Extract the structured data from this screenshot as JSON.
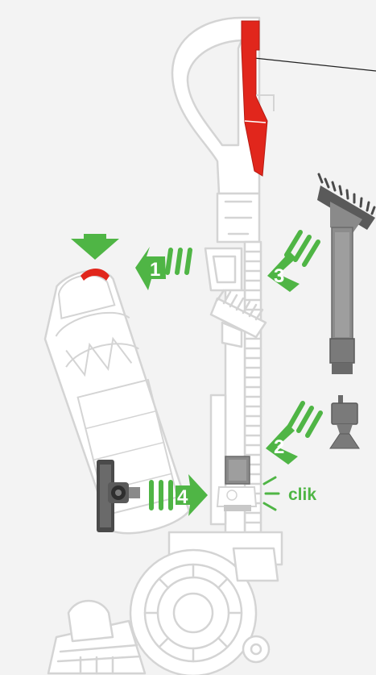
{
  "diagram": {
    "colors": {
      "background": "#f3f3f3",
      "outline": "#d6d6d6",
      "accent_red": "#e1261c",
      "arrow_green": "#4fb545",
      "tool_gray": "#8a8a8a",
      "tool_dark": "#4a4a4a"
    },
    "steps": [
      {
        "number": "1",
        "label": "1"
      },
      {
        "number": "2",
        "label": "2"
      },
      {
        "number": "3",
        "label": "3"
      },
      {
        "number": "4",
        "label": "4"
      }
    ],
    "click_sound": "clik",
    "parts": {
      "handle_release": "red-release-catch",
      "bin_release": "red-bin-button",
      "combination_tool": "combination-tool",
      "stair_tool": "stair-tool",
      "wand": "extension-wand",
      "cyclone_bin": "cyclone-bin",
      "brush_head": "mini-turbine-tool",
      "ball": "ball-base",
      "cleaner_head": "cleaner-head"
    }
  }
}
